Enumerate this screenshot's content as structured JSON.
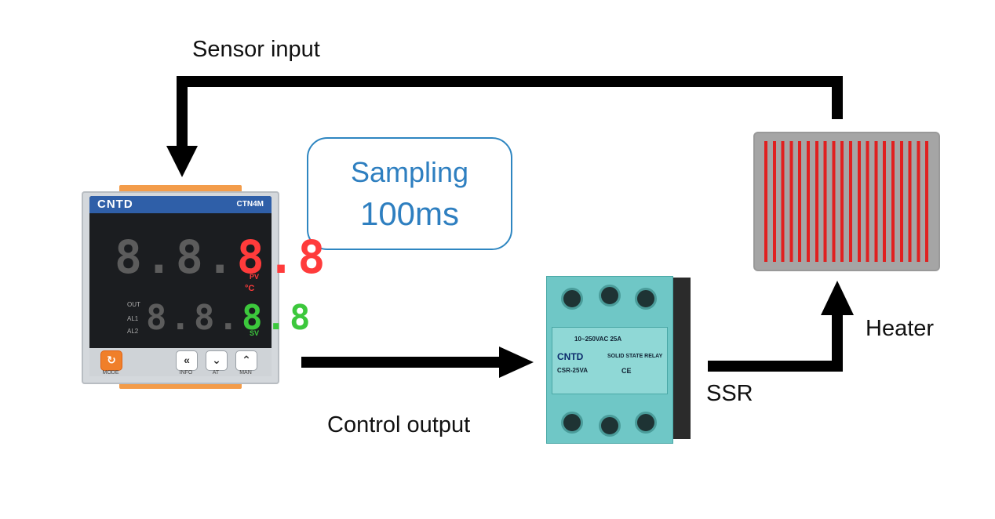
{
  "labels": {
    "sensor_input": "Sensor input",
    "control_output": "Control output",
    "ssr": "SSR",
    "heater": "Heater"
  },
  "sampling": {
    "title": "Sampling",
    "value": "100ms"
  },
  "controller": {
    "brand": "CNTD",
    "model": "CTN4M",
    "pv_label": "PV",
    "sv_label": "SV",
    "unit": "°C",
    "out_label": "OUT",
    "al1_label": "AL1",
    "al2_label": "AL2",
    "keys": {
      "mode": "MODE",
      "info": "INFO",
      "at": "AT",
      "man": "MAN"
    }
  },
  "ssr_device": {
    "rating": "10~250VAC 25A",
    "brand": "CNTD",
    "type": "SOLID STATE RELAY",
    "model": "CSR-25VA",
    "mark": "CE"
  },
  "colors": {
    "accent_blue": "#2e7fc0",
    "heater_red": "#e02020",
    "ssr_teal": "#6fc7c6"
  }
}
